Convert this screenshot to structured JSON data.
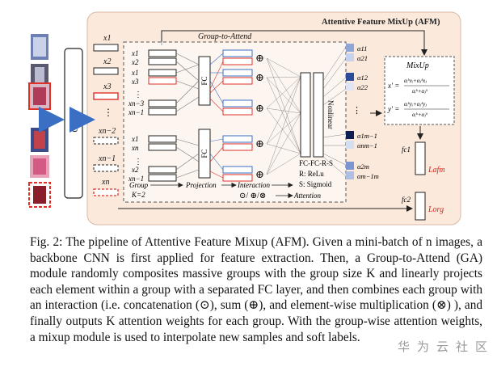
{
  "figure": {
    "afm_title": "Attentive Feature MixUp (AFM)",
    "ga_label": "Group-to-Attend",
    "cnn_label": "CNN",
    "features": [
      "x1",
      "x2",
      "x3",
      "⋮",
      "xn−2",
      "xn−1",
      "xn"
    ],
    "group_top_labels": [
      "x1",
      "x2",
      "x1",
      "x3",
      "⋮",
      "xn−3",
      "xn−1"
    ],
    "group_bottom_labels": [
      "x1",
      "xn",
      "⋮",
      "x2",
      "xn−1"
    ],
    "fc_label": "FC",
    "nonlinear_label": "Nonlinear",
    "fc_fc_rs": "FC-FC-R-S",
    "relu_line": "R: ReLu",
    "sigmoid_line": "S: Sigmoid",
    "alphas": [
      "α11",
      "α21",
      "α12",
      "α22",
      "⋮",
      "α1m−1",
      "αnm−1",
      "α2m",
      "αm−1m"
    ],
    "stage_group": "Group",
    "stage_k": "K=2",
    "stage_projection": "Projection",
    "stage_interaction": "Interaction",
    "stage_ops": "⊙/ ⊕/⊗",
    "stage_attention": "Attention",
    "mixup_title": "MixUp",
    "mixup_x": "x′ =",
    "mixup_y": "y′ =",
    "fc1": "fc1",
    "fc2": "fc2",
    "loss_afm": "Lafm",
    "loss_org": "Lorg",
    "colors": {
      "afm_bg": "#fbe9dc",
      "ga_bg": "#ffffff",
      "arrow_blue": "#3a6fc4",
      "red": "#e0302a",
      "loss_red": "#d6281f"
    }
  },
  "caption": {
    "text": "Fig. 2: The pipeline of Attentive Feature Mixup (AFM). Given a mini-batch of n images, a backbone CNN is first applied for feature extraction. Then, a Group-to-Attend (GA) module randomly composites massive groups with the group size K and linearly projects each element within a group with a separated FC layer, and then combines each group with an interaction (i.e. concatenation (⊙), sum (⊕), and element-wise multiplication (⊗) ), and finally outputs K attention weights for each group. With the group-wise attention weights, a mixup module is used to interpolate new samples and soft labels."
  },
  "watermark": "华为云社区"
}
